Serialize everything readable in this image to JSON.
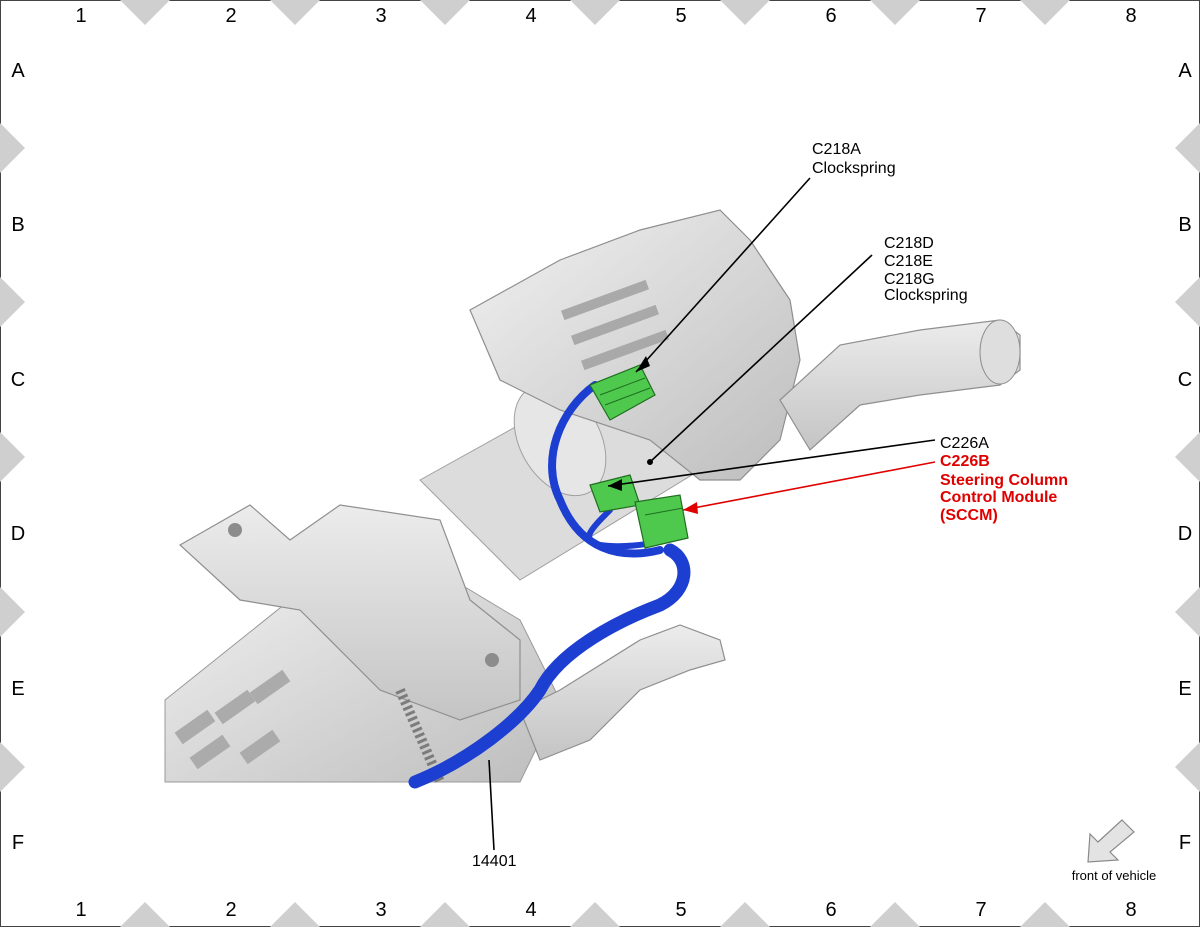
{
  "grid": {
    "columns": [
      "1",
      "2",
      "3",
      "4",
      "5",
      "6",
      "7",
      "8"
    ],
    "rows": [
      "A",
      "B",
      "C",
      "D",
      "E",
      "F"
    ]
  },
  "callouts": {
    "c218a": [
      "C218A",
      "Clockspring"
    ],
    "c218d": [
      "C218D",
      "C218E",
      "C218G",
      "Clockspring"
    ],
    "c226a": "C226A",
    "c226b": [
      "C226B",
      "Steering Column",
      "Control Module",
      "(SCCM)"
    ],
    "harness": "14401"
  },
  "orientation": {
    "label": "front of vehicle",
    "icon": "arrow-front-icon"
  },
  "colors": {
    "connector": "#4ec94e",
    "harness": "#1c3fd1",
    "highlight_text": "#e00000",
    "part_gray": "#d8d8d8",
    "border_marker": "#cfcfcf"
  }
}
